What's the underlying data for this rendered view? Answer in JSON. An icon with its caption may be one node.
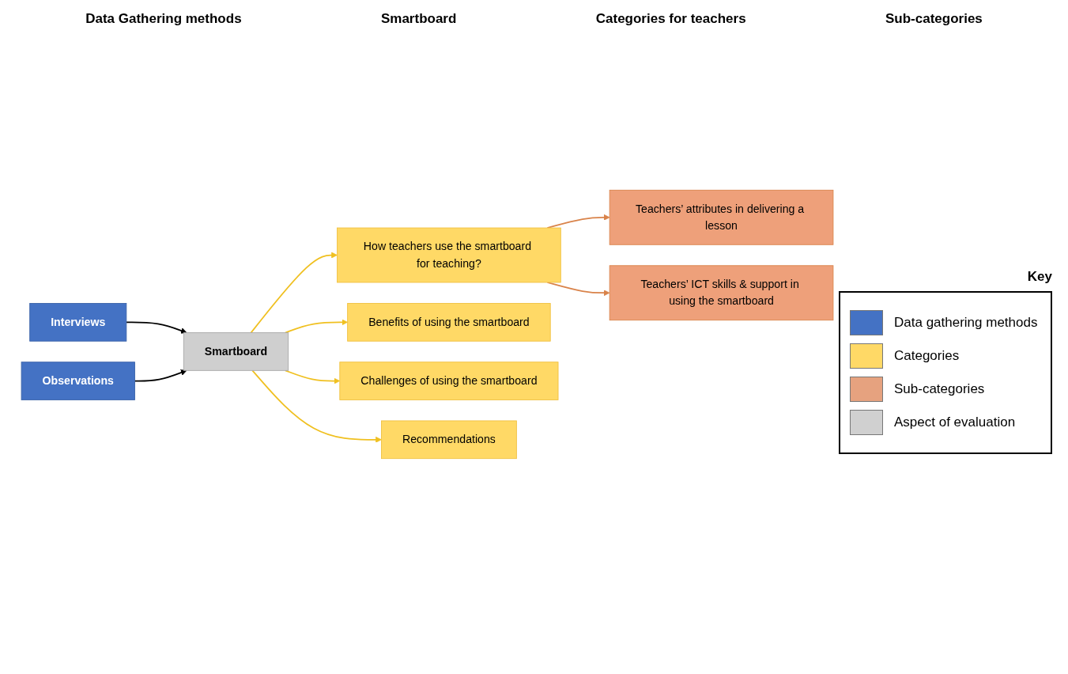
{
  "diagram": {
    "nodes": [
      {
        "text": [
          "Interviews"
        ]
      },
      {
        "text": [
          "Observations"
        ]
      },
      {
        "text": [
          "Smartboard"
        ]
      },
      {
        "text": [
          "How teachers use the smartboard for teaching?"
        ]
      },
      {
        "text": [
          "Benefits of using the smartboard"
        ]
      },
      {
        "text": [
          "Challenges of using the smartboard"
        ]
      },
      {
        "text": [
          "Recommendations"
        ]
      },
      {
        "text": [
          "Teachers’ attributes in delivering a lesson"
        ]
      },
      {
        "text": [
          "Teachers’ ICT skills & support in using the smartboard"
        ]
      }
    ],
    "edges": [
      {
        "from": 0,
        "to": 2,
        "arrow": "to",
        "color": "#000000"
      },
      {
        "from": 1,
        "to": 2,
        "arrow": "to",
        "color": "#000000"
      },
      {
        "from": 2,
        "to": 3,
        "arrow": "to"
      },
      {
        "from": 2,
        "to": 4,
        "arrow": "to"
      },
      {
        "from": 2,
        "to": 5,
        "arrow": "to"
      },
      {
        "from": 2,
        "to": 6,
        "arrow": "to"
      },
      {
        "from": 3,
        "to": 7,
        "arrow": "to",
        "color": "#d9834a"
      },
      {
        "from": 3,
        "to": 8,
        "arrow": "to",
        "color": "#d9834a"
      }
    ],
    "labels": [
      "Data Gathering methods",
      "Smartboard",
      "Categories for teachers",
      "Sub-categories",
      "Key"
    ],
    "legend": [
      {
        "text": "Data gathering methods",
        "color": "#4472c4"
      },
      {
        "text": "Categories",
        "color": "#ffd966"
      },
      {
        "text": "Sub-categories",
        "color": "#e6a27f"
      },
      {
        "text": "Aspect of evaluation",
        "color": "#d0d0d0"
      }
    ]
  }
}
